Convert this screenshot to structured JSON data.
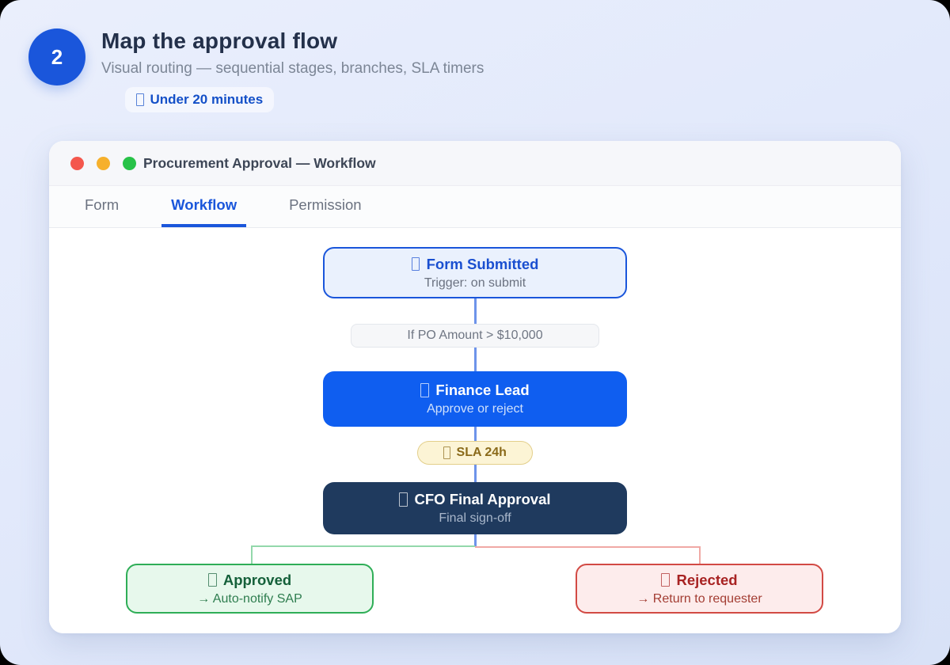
{
  "page": {
    "step_number": "2",
    "title": "Map the approval flow",
    "subtitle": "Visual routing — sequential stages, branches, SLA timers",
    "time_badge": "Under 20 minutes"
  },
  "window": {
    "title": "Procurement Approval — Workflow",
    "tabs": [
      {
        "label": "Form",
        "active": false
      },
      {
        "label": "Workflow",
        "active": true
      },
      {
        "label": "Permission",
        "active": false
      }
    ]
  },
  "flow": {
    "form_submitted": {
      "title": "Form Submitted",
      "subtitle": "Trigger: on submit"
    },
    "condition_label": "If PO Amount > $10,000",
    "finance_lead": {
      "title": "Finance Lead",
      "subtitle": "Approve or reject"
    },
    "sla_label": "SLA 24h",
    "cfo": {
      "title": "CFO Final Approval",
      "subtitle": "Final sign-off"
    },
    "approved": {
      "title": "Approved",
      "subtitle": "→ Auto-notify SAP"
    },
    "rejected": {
      "title": "Rejected",
      "subtitle": "→ Return to requester"
    }
  },
  "colors": {
    "accent_blue": "#1a56db",
    "finance_node": "#0f5ef0",
    "cfo_node": "#1f3a5e",
    "success_green": "#2fae57",
    "danger_red": "#d24a44",
    "sla_yellow_bg": "#fcf4d5",
    "traffic_red": "#f4574d",
    "traffic_amber": "#f6b02c",
    "traffic_green": "#27c248"
  }
}
